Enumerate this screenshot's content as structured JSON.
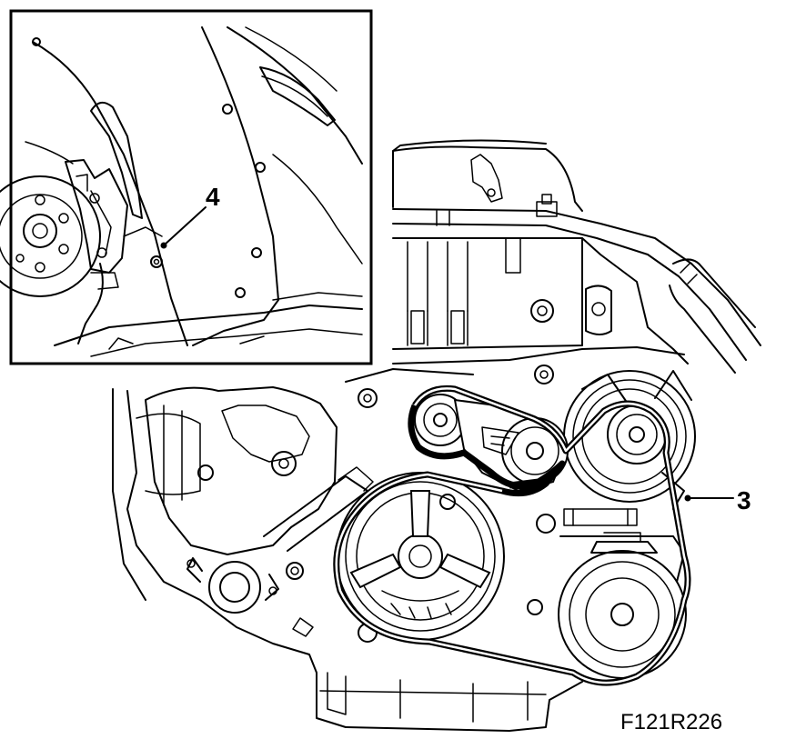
{
  "callouts": {
    "belt_label": "3",
    "screw_label": "4"
  },
  "figure_code": "F121R226",
  "colors": {
    "line": "#000000",
    "background": "#ffffff"
  }
}
